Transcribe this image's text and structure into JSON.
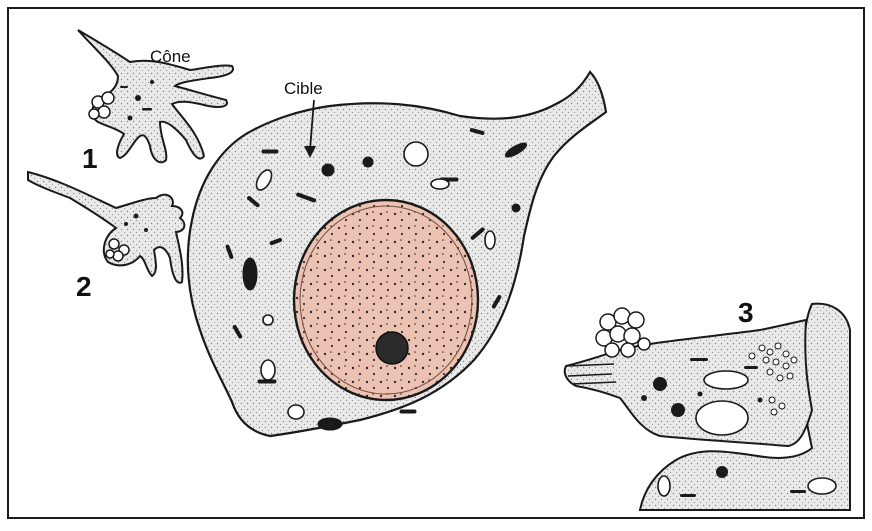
{
  "labels": {
    "cone": "Cône",
    "target": "Cible",
    "stage_1": "1",
    "stage_2": "2",
    "stage_3": "3"
  },
  "colors": {
    "cytoplasm": "#e7e7e7",
    "nucleus": "#ecc2b3",
    "outline": "#1a1a1a",
    "nucleolus": "#2a2a2a",
    "frame": "#1a1a1a"
  }
}
